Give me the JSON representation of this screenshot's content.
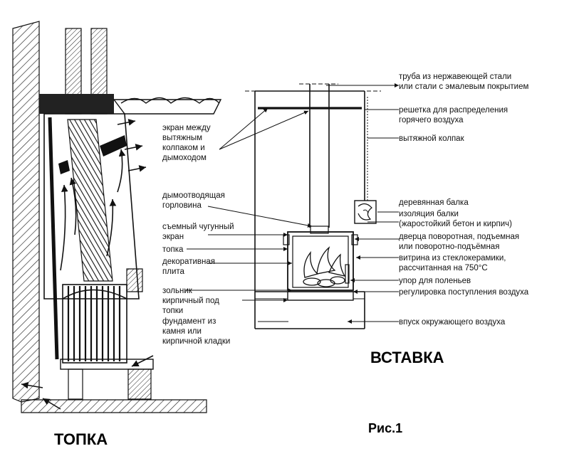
{
  "labels": {
    "pipe": [
      "труба из нержавеющей стали",
      "или стали с эмалевым покрытием"
    ],
    "grille": [
      "решетка для распределения",
      "горячего воздуха"
    ],
    "hood": "вытяжной колпак",
    "screen_hood": [
      "экран между",
      "вытяжным",
      "колпаком и",
      "дымоходом"
    ],
    "smoke_neck": [
      "дымоотводящая",
      "горловина"
    ],
    "wood_beam": "деревянная балка",
    "beam_insulation": [
      "изоляция балки",
      "(жаростойкий бетон и кирпич)"
    ],
    "cast_screen": [
      "съемный чугунный",
      "экран"
    ],
    "door": [
      "дверца поворотная, подъемная",
      "или поворотно-подъёмная"
    ],
    "firebox": "топка",
    "glass": [
      "витрина из стеклокерамики,",
      "рассчитанная на 750°С"
    ],
    "deco_plate": [
      "декоративная",
      "плита"
    ],
    "log_stop": "упор для поленьев",
    "ashpit": "зольник",
    "air_reg": "регулировка поступления воздуха",
    "brick_hearth": [
      "кирпичный под",
      "топки"
    ],
    "foundation": [
      "фундамент из",
      "камня или",
      "кирпичной кладки"
    ],
    "air_inlet": "впуск окружающего воздуха"
  },
  "captions": {
    "insert": "ВСТАВКА",
    "firebox": "ТОПКА",
    "figure": "Рис.1"
  }
}
